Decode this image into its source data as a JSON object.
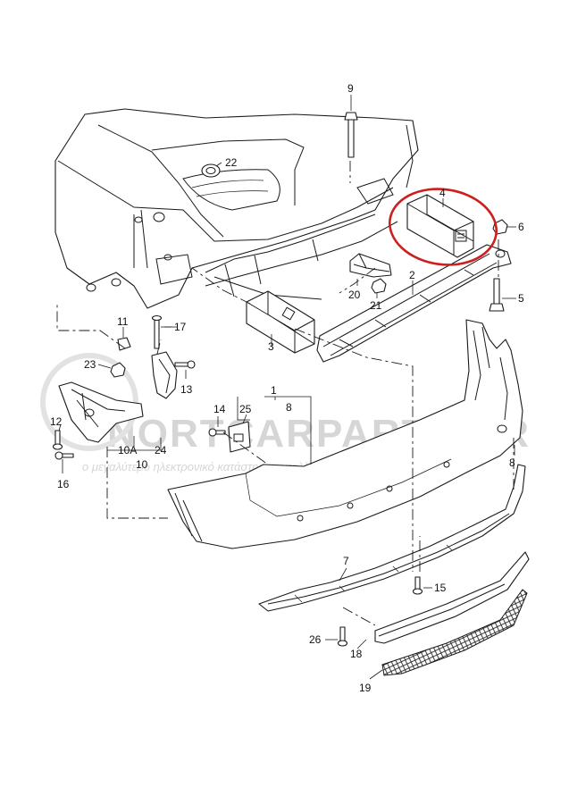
{
  "watermark": {
    "brand": "NORTCARPARTS.GR",
    "tagline": "ο μεγαλύτερο ηλεκτρονικό κατάστημα ανταλλακτικών"
  },
  "callouts": [
    {
      "id": "c1",
      "label": "1"
    },
    {
      "id": "c2",
      "label": "2"
    },
    {
      "id": "c3",
      "label": "3"
    },
    {
      "id": "c4",
      "label": "4"
    },
    {
      "id": "c5",
      "label": "5"
    },
    {
      "id": "c6",
      "label": "6"
    },
    {
      "id": "c7",
      "label": "7"
    },
    {
      "id": "c8a",
      "label": "8"
    },
    {
      "id": "c8b",
      "label": "8"
    },
    {
      "id": "c9",
      "label": "9"
    },
    {
      "id": "c10",
      "label": "10"
    },
    {
      "id": "c10a",
      "label": "10A"
    },
    {
      "id": "c11",
      "label": "11"
    },
    {
      "id": "c12",
      "label": "12"
    },
    {
      "id": "c13",
      "label": "13"
    },
    {
      "id": "c14",
      "label": "14"
    },
    {
      "id": "c15",
      "label": "15"
    },
    {
      "id": "c16",
      "label": "16"
    },
    {
      "id": "c17",
      "label": "17"
    },
    {
      "id": "c18",
      "label": "18"
    },
    {
      "id": "c19",
      "label": "19"
    },
    {
      "id": "c20",
      "label": "20"
    },
    {
      "id": "c21",
      "label": "21"
    },
    {
      "id": "c22",
      "label": "22"
    },
    {
      "id": "c23",
      "label": "23"
    },
    {
      "id": "c24",
      "label": "24"
    },
    {
      "id": "c25",
      "label": "25"
    },
    {
      "id": "c26",
      "label": "26"
    }
  ],
  "highlight": {
    "part_label": "4",
    "color": "#cc1f1f"
  }
}
